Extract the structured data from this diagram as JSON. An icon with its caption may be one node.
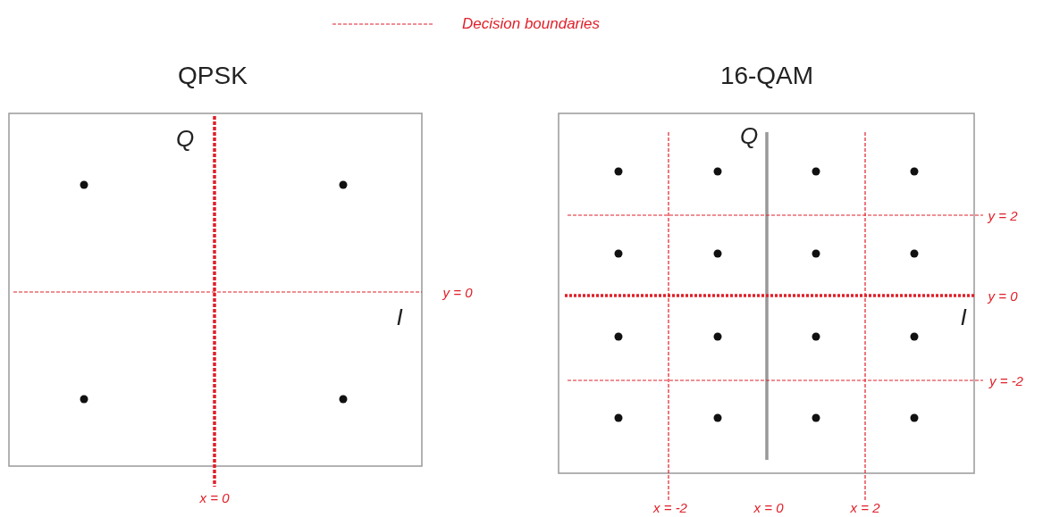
{
  "diagram": {
    "labels": [
      "QPSK",
      "16-QAM",
      "Q",
      "y = 0",
      "I",
      "x = 0",
      "Q",
      "y = 2",
      "y = 0",
      "I",
      "y = -2",
      "x = -2",
      "x = 0",
      "x = 2"
    ],
    "legend": [
      {
        "text": "Decision boundaries"
      }
    ]
  }
}
